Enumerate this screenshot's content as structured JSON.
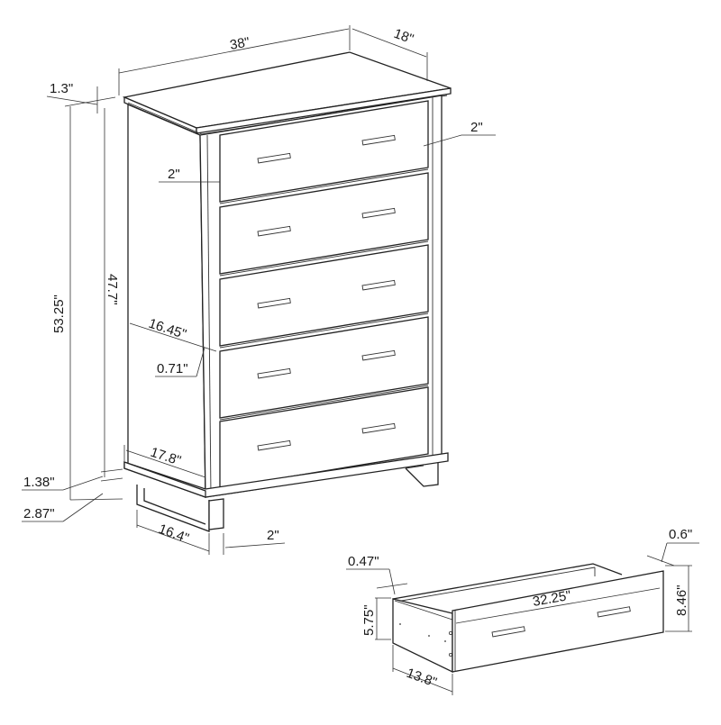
{
  "diagram": {
    "title": "Chest of drawers dimension drawing",
    "line_color": "#222222",
    "background": "#ffffff",
    "chest": {
      "drawer_count": 5,
      "dimensions": {
        "width": "38\"",
        "depth": "18\"",
        "top_thickness": "1.3\"",
        "overall_height": "53.25\"",
        "body_height": "47.7\"",
        "side_depth": "16.45\"",
        "side_inset": "0.71\"",
        "drawer_side_margin_left": "2\"",
        "drawer_side_margin_right": "2\"",
        "base_depth": "17.8\"",
        "base_thickness": "1.38\"",
        "leg_height": "2.87\"",
        "leg_depth": "16.4\"",
        "leg_width": "2\""
      }
    },
    "drawer": {
      "dimensions": {
        "side_thickness": "0.47\"",
        "front_thickness": "0.6\"",
        "box_height": "5.75\"",
        "front_height": "8.46\"",
        "front_width": "32.25\"",
        "box_depth": "13.8\""
      }
    }
  }
}
